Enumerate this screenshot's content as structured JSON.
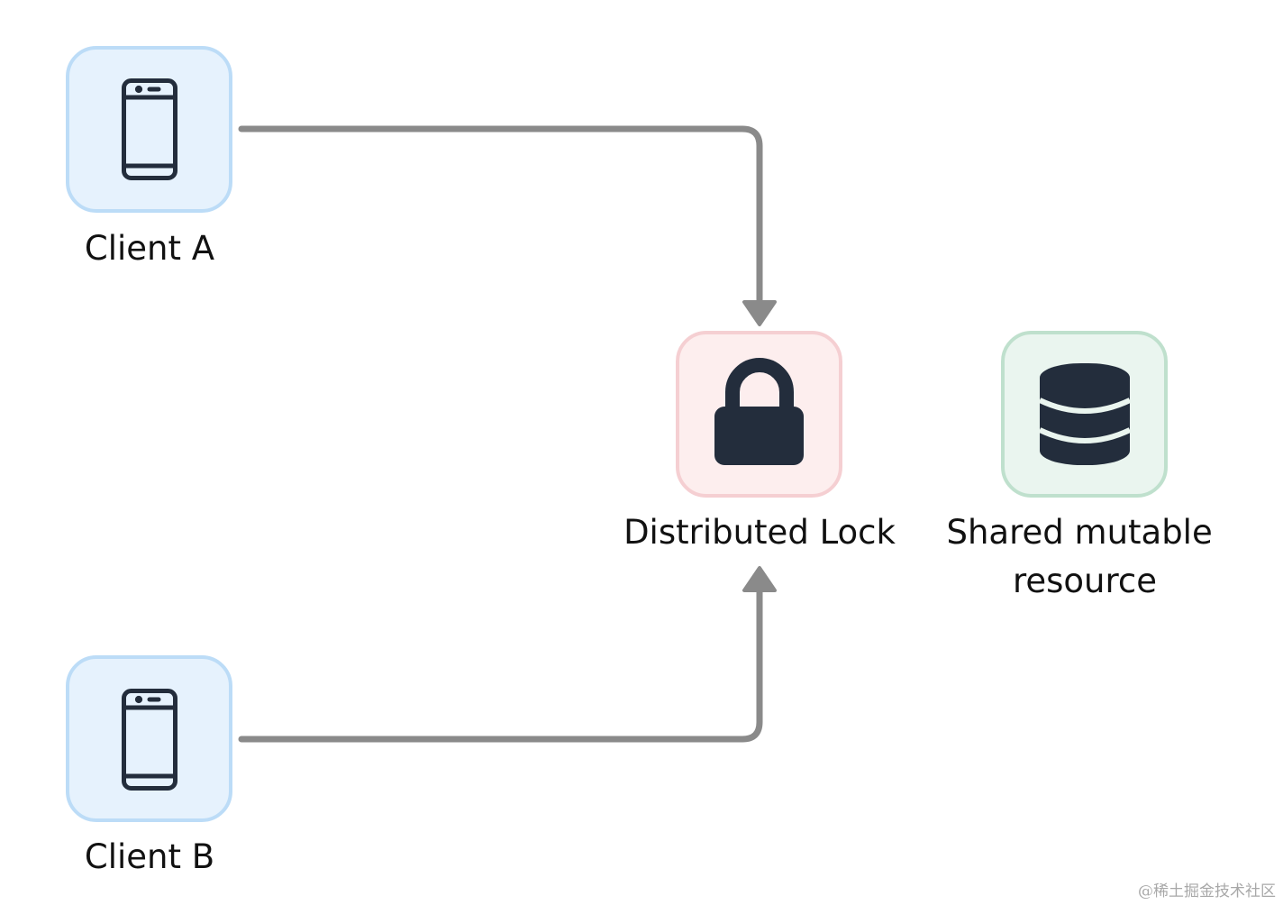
{
  "colors": {
    "client_fill": "#e6f2fd",
    "client_stroke": "#bcdcf7",
    "lock_fill": "#fdeeee",
    "lock_stroke": "#f5cfd2",
    "resource_fill": "#eaf5ef",
    "resource_stroke": "#bfe0cd",
    "icon": "#232d3c",
    "arrow": "#8a8a8a"
  },
  "nodes": {
    "client_a": {
      "label": "Client A",
      "icon": "mobile-phone-icon"
    },
    "client_b": {
      "label": "Client B",
      "icon": "mobile-phone-icon"
    },
    "lock": {
      "label": "Distributed Lock",
      "icon": "padlock-icon"
    },
    "resource": {
      "label_line1": "Shared mutable",
      "label_line2": "resource",
      "icon": "database-icon"
    }
  },
  "edges": [
    {
      "from": "Client A",
      "to": "Distributed Lock"
    },
    {
      "from": "Client B",
      "to": "Distributed Lock"
    }
  ],
  "watermark": "@稀土掘金技术社区"
}
